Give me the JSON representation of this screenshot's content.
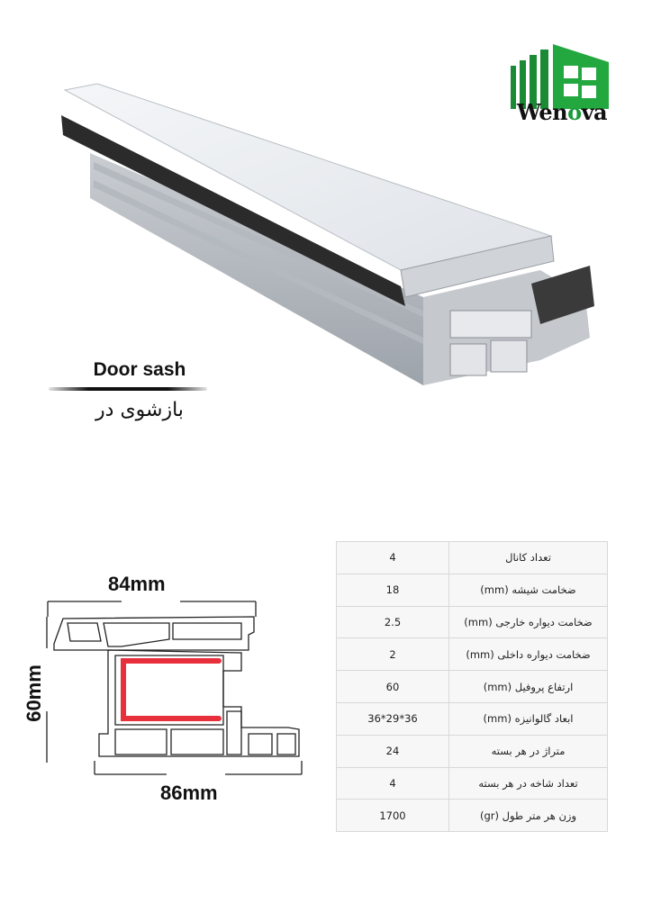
{
  "brand": {
    "name_prefix": "Wen",
    "name_accent": "o",
    "name_suffix": "va",
    "accent_color": "#1a9a3a"
  },
  "product": {
    "title_en": "Door sash",
    "title_fa": "بازشوی در"
  },
  "diagram": {
    "width_top": "84mm",
    "width_bottom": "86mm",
    "height": "60mm",
    "reinforcement_color": "#e8303c"
  },
  "specs": [
    {
      "label": "تعداد کانال",
      "value": "4"
    },
    {
      "label": "ضخامت شیشه (mm)",
      "value": "18"
    },
    {
      "label": "ضخامت دیواره خارجی (mm)",
      "value": "2.5"
    },
    {
      "label": "ضخامت دیواره داخلی (mm)",
      "value": "2"
    },
    {
      "label": "ارتفاع پروفیل (mm)",
      "value": "60"
    },
    {
      "label": "ابعاد گالوانیزه (mm)",
      "value": "36*29*36"
    },
    {
      "label": "متراژ در هر بسته",
      "value": "24"
    },
    {
      "label": "تعداد شاخه در هر بسته",
      "value": "4"
    },
    {
      "label": "وزن هر متر طول (gr)",
      "value": "1700"
    }
  ]
}
